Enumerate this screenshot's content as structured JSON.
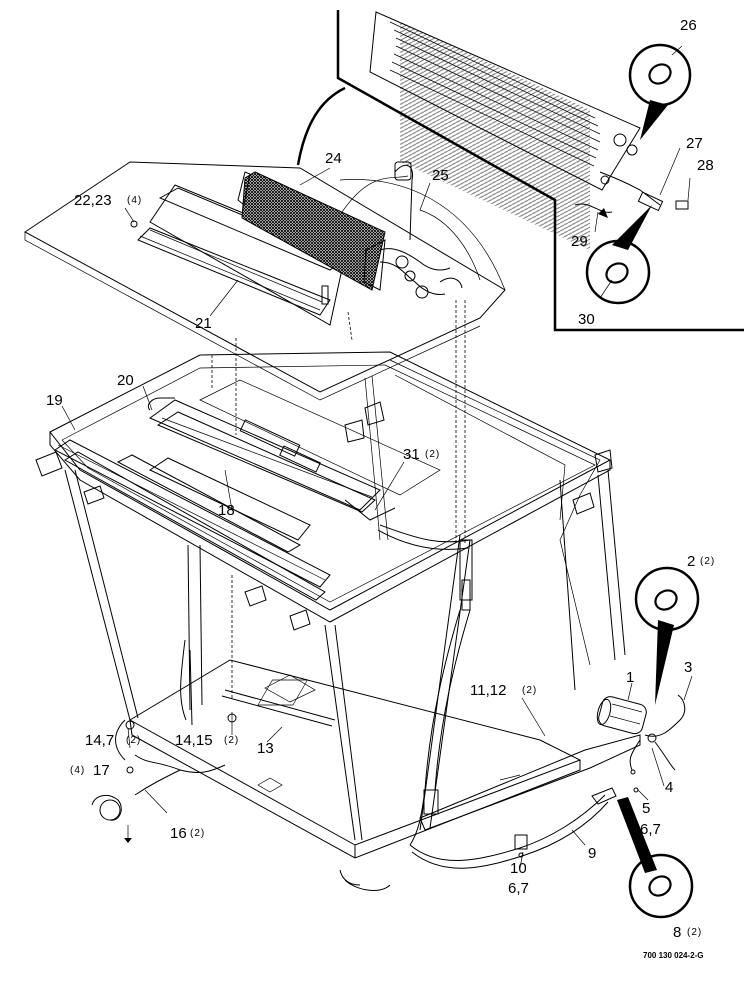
{
  "callouts": [
    {
      "id": "c26",
      "num": "26",
      "qty": ""
    },
    {
      "id": "c27",
      "num": "27",
      "qty": ""
    },
    {
      "id": "c28",
      "num": "28",
      "qty": ""
    },
    {
      "id": "c29",
      "num": "29",
      "qty": ""
    },
    {
      "id": "c30",
      "num": "30",
      "qty": ""
    },
    {
      "id": "c24",
      "num": "24",
      "qty": ""
    },
    {
      "id": "c25",
      "num": "25",
      "qty": ""
    },
    {
      "id": "c22",
      "num": "22,23",
      "qty": "(4)"
    },
    {
      "id": "c21",
      "num": "21",
      "qty": ""
    },
    {
      "id": "c20",
      "num": "20",
      "qty": ""
    },
    {
      "id": "c19",
      "num": "19",
      "qty": ""
    },
    {
      "id": "c31",
      "num": "31",
      "qty": "(2)"
    },
    {
      "id": "c18",
      "num": "18",
      "qty": ""
    },
    {
      "id": "c2",
      "num": "2",
      "qty": "(2)"
    },
    {
      "id": "c3",
      "num": "3",
      "qty": ""
    },
    {
      "id": "c1",
      "num": "1",
      "qty": ""
    },
    {
      "id": "c11",
      "num": "11,12",
      "qty": "(2)"
    },
    {
      "id": "c14a",
      "num": "14,7",
      "qty": "(2)"
    },
    {
      "id": "c14b",
      "num": "14,15",
      "qty": "(2)"
    },
    {
      "id": "c13",
      "num": "13",
      "qty": ""
    },
    {
      "id": "c4",
      "num": "4",
      "qty": ""
    },
    {
      "id": "c5",
      "num": "5",
      "qty": ""
    },
    {
      "id": "c67a",
      "num": "6,7",
      "qty": ""
    },
    {
      "id": "c17",
      "num": "17",
      "qty": "(4)"
    },
    {
      "id": "c16",
      "num": "16",
      "qty": "(2)"
    },
    {
      "id": "c9",
      "num": "9",
      "qty": ""
    },
    {
      "id": "c10",
      "num": "10",
      "qty": ""
    },
    {
      "id": "c67b",
      "num": "6,7",
      "qty": ""
    },
    {
      "id": "c8",
      "num": "8",
      "qty": "(2)"
    }
  ],
  "drawing_code": "700 130 024-2-G"
}
